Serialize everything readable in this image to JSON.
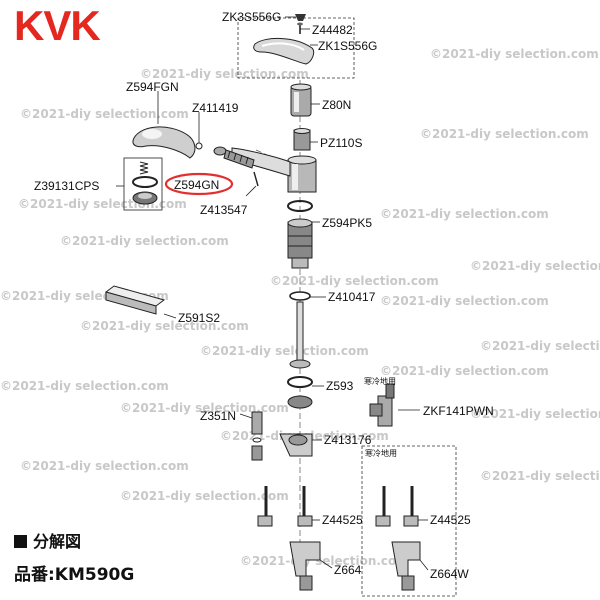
{
  "brand": {
    "logo_text": "KVK",
    "color": "#e5281f"
  },
  "watermark": "©2021-diy selection.com",
  "captions": {
    "section_label": "分解図",
    "product_line": "品番:KM590G"
  },
  "highlight": {
    "part": "Z594GN",
    "color": "#e03030"
  },
  "parts": {
    "zk3s556g": "ZK3S556G",
    "z44482": "Z44482",
    "zk1s556g": "ZK1S556G",
    "z80n": "Z80N",
    "pz110s": "PZ110S",
    "z594fgn": "Z594FGN",
    "z411419": "Z411419",
    "z39131cps": "Z39131CPS",
    "z594gn": "Z594GN",
    "z413547": "Z413547",
    "z594pk5": "Z594PK5",
    "z410417": "Z410417",
    "z591s2": "Z591S2",
    "z593": "Z593",
    "z351n": "Z351N",
    "z413176": "Z413176",
    "zkf141pwn": "ZKF141PWN",
    "z44525_left": "Z44525",
    "z44525_right": "Z44525",
    "z664": "Z664",
    "z664w": "Z664W"
  },
  "notes": {
    "cold_region_top": "寒冷地用",
    "cold_region_bottom": "寒冷地用"
  }
}
